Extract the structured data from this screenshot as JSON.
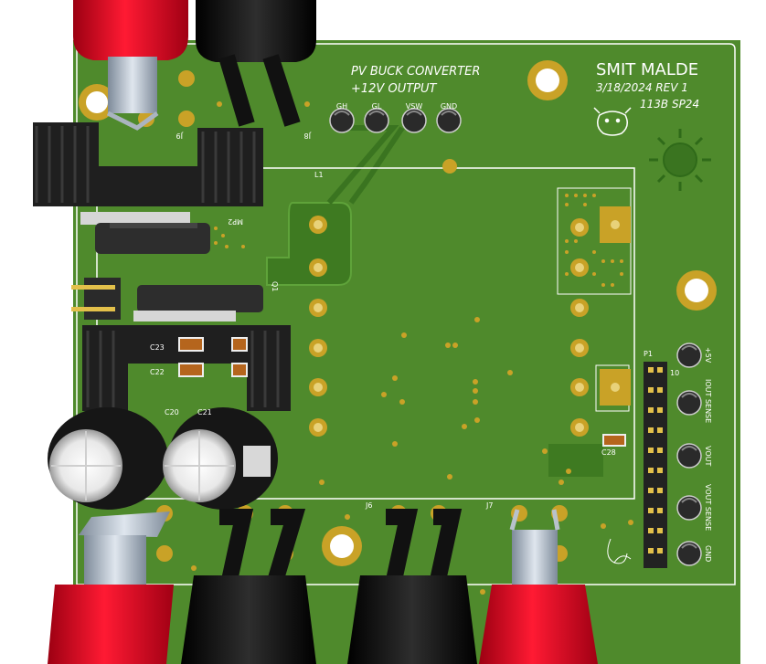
{
  "board": {
    "title_line1": "PV BUCK CONVERTER",
    "title_line2": "+12V OUTPUT",
    "author": "SMIT MALDE",
    "date_rev": "3/18/2024  REV 1",
    "course": "113B SP24"
  },
  "test_points_top": [
    "GH",
    "GL",
    "VSW",
    "GND"
  ],
  "connector_labels": [
    "+5V",
    "IOUT SENSE",
    "VOUT",
    "VOUT SENSE",
    "GND"
  ],
  "refdes": {
    "j9": "J9",
    "j8": "J8",
    "l1": "L1",
    "mp2": "MP2",
    "q1": "Q1",
    "c23": "C23",
    "c22": "C22",
    "c20": "C20",
    "c21": "C21",
    "c28": "C28",
    "p1": "P1",
    "j6": "J6",
    "j7": "J7",
    "p1_pin10": "10"
  },
  "colors": {
    "board": "#4f8a2c",
    "copper_pour": "#3f7a22",
    "pad_gold": "#c9a227",
    "silkscreen": "#ffffff",
    "heatsink": "#2a2a2a",
    "probe_red": "#d8001c",
    "probe_black": "#111111"
  }
}
